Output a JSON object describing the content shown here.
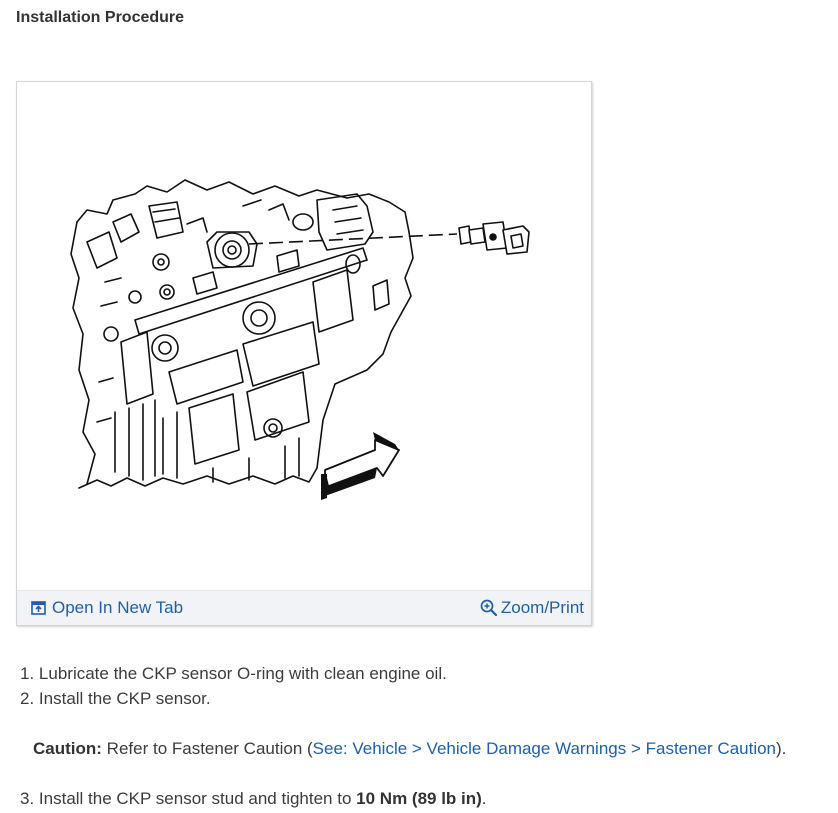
{
  "heading": "Installation Procedure",
  "figure": {
    "open_tab_label": "Open In New Tab",
    "zoom_label": "Zoom/Print",
    "icons": {
      "open_tab": "open-in-new-tab-icon",
      "zoom": "zoom-in-icon"
    }
  },
  "steps_part1": [
    {
      "num": "1.",
      "text": "Lubricate the CKP sensor O-ring with clean engine oil."
    },
    {
      "num": "2.",
      "text": "Install the CKP sensor."
    }
  ],
  "caution": {
    "label": "Caution:",
    "text_before": "Refer to Fastener Caution (",
    "link_text": "See: Vehicle > Vehicle Damage Warnings > Fastener Caution",
    "text_after": ")."
  },
  "step3": {
    "num": "3.",
    "text_before": "Install the CKP sensor stud and tighten to",
    "torque": "10 Nm (89 lb in)",
    "text_after": "."
  },
  "colors": {
    "link": "#1f5fa8",
    "toolbar_bg": "#f2f3f7",
    "text": "#3c3c3c"
  }
}
